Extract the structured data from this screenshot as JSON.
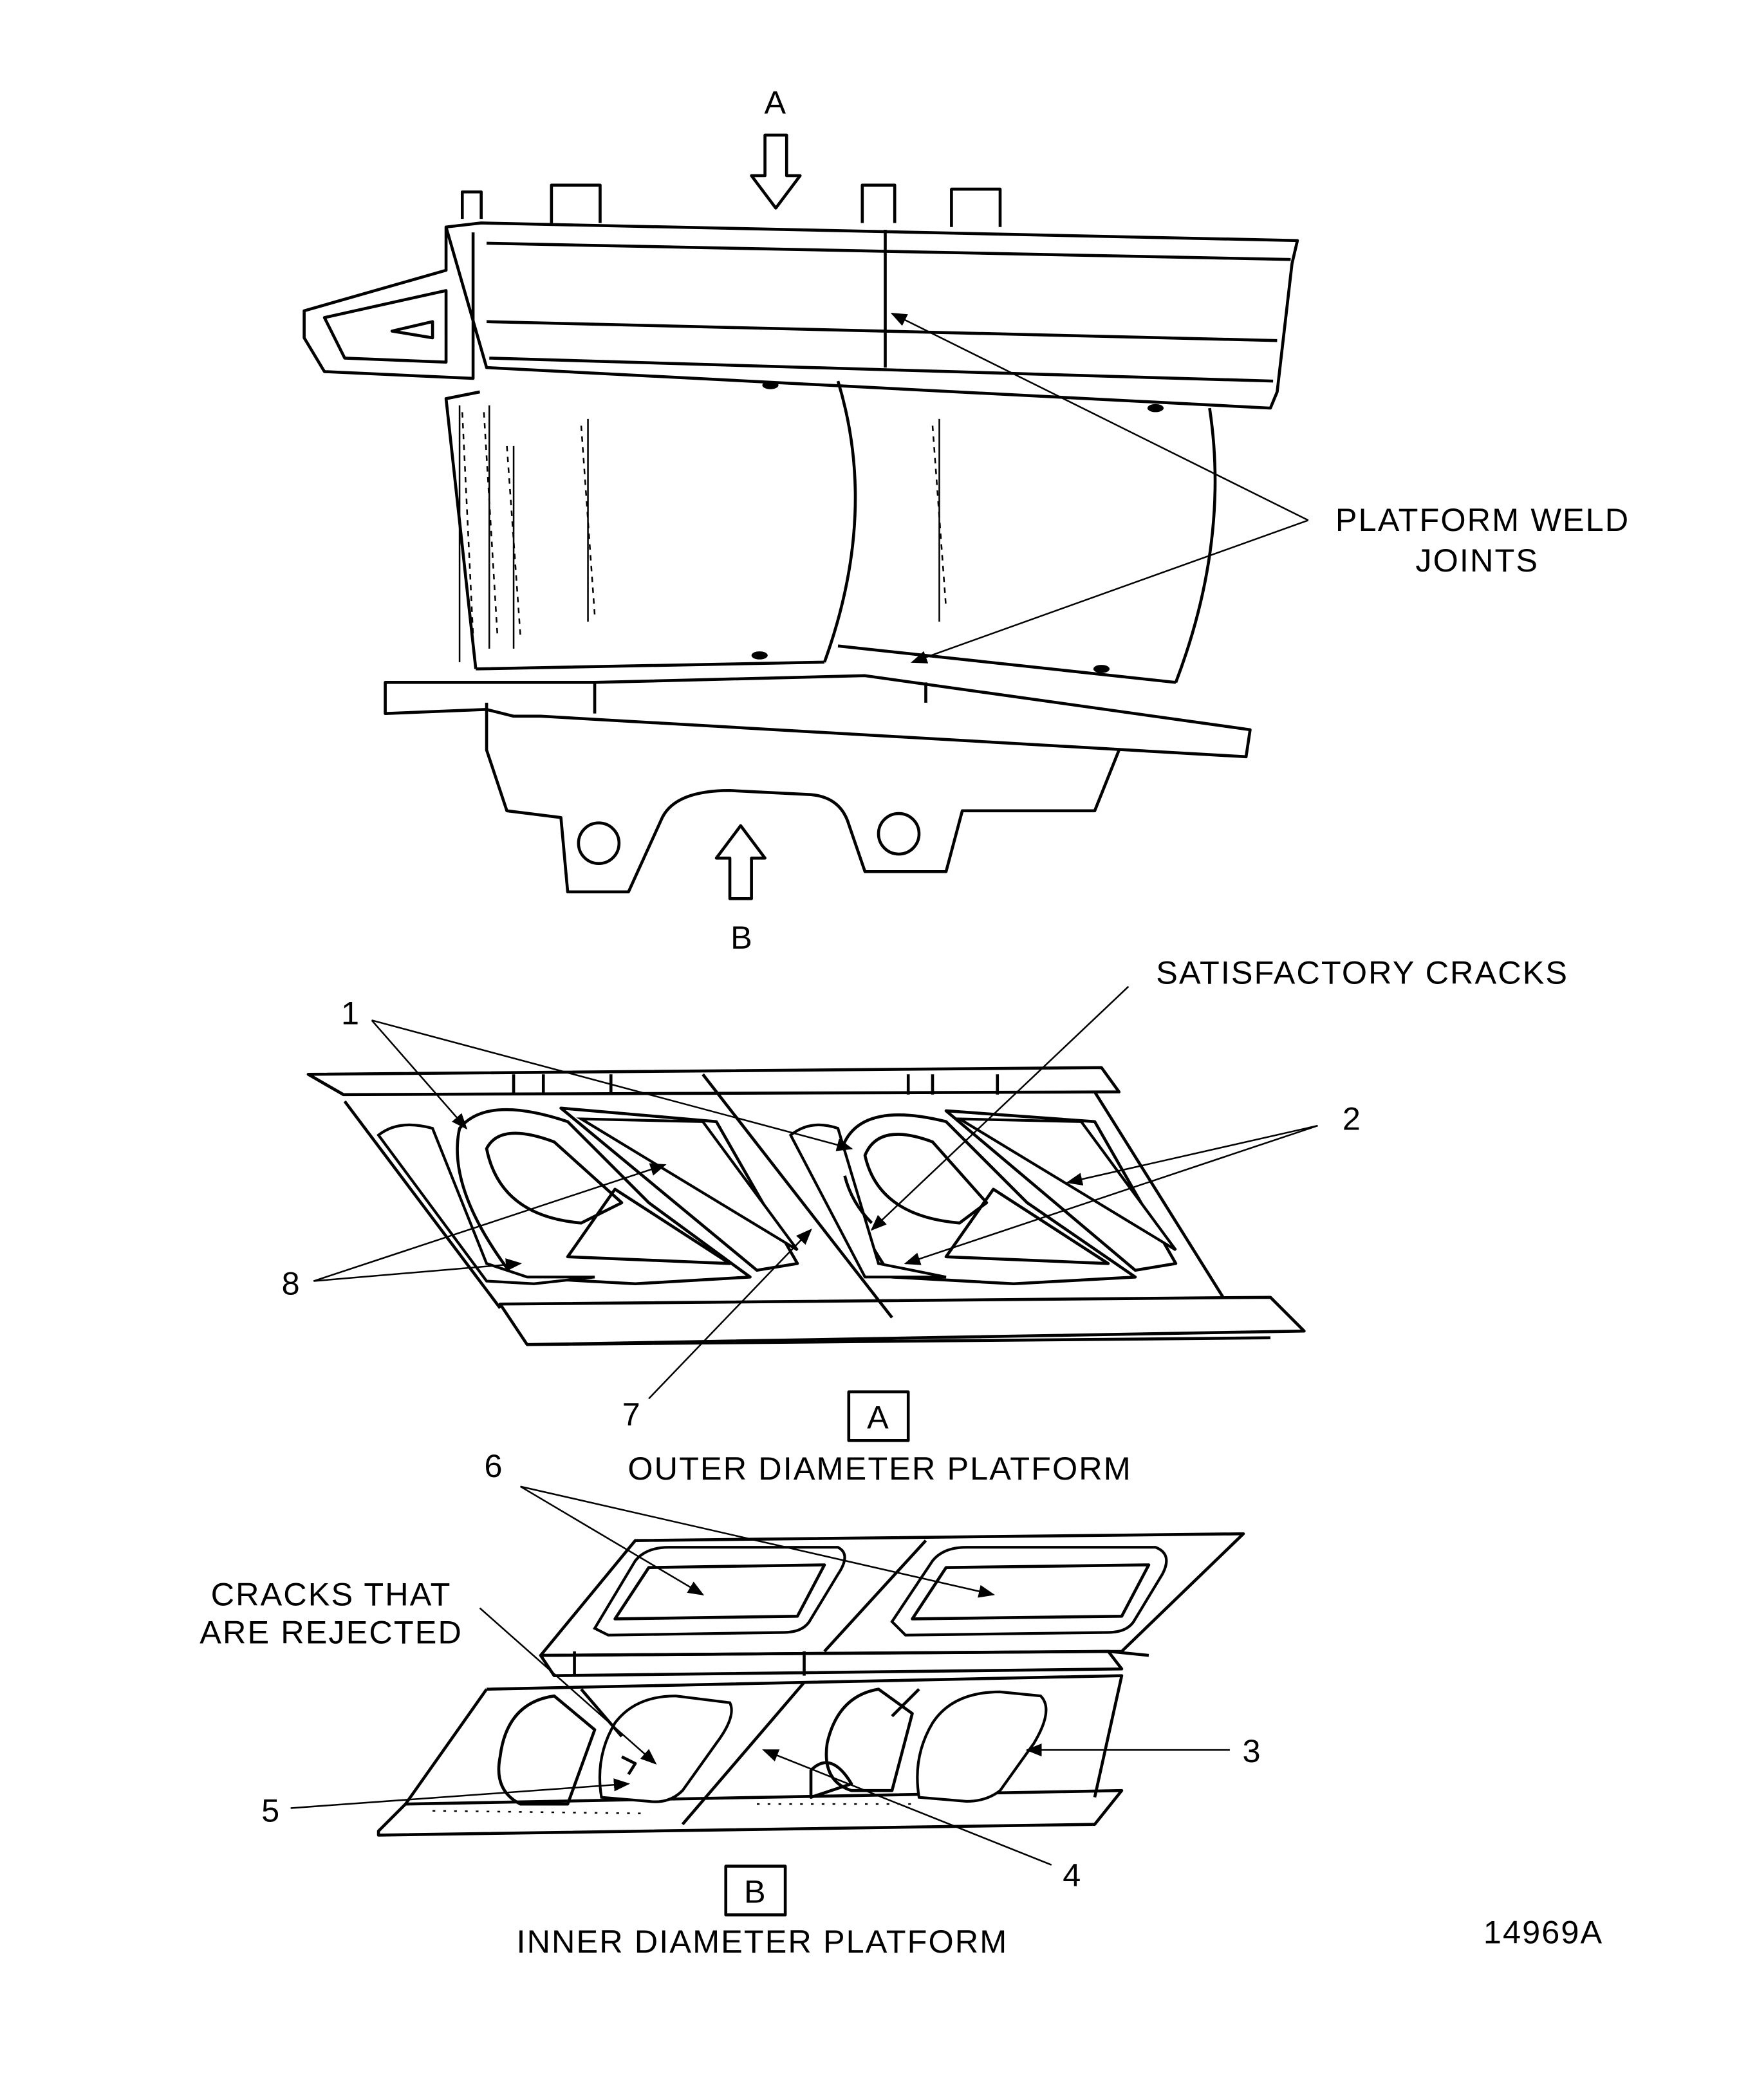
{
  "figure_id": "14969A",
  "view_arrows": {
    "top": "A",
    "bottom": "B"
  },
  "callouts": {
    "platform_weld_joints": [
      "PLATFORM WELD",
      "JOINTS"
    ],
    "satisfactory_cracks": "SATISFACTORY CRACKS",
    "cracks_rejected": [
      "CRACKS THAT",
      "ARE REJECTED"
    ]
  },
  "views": {
    "outer": {
      "key": "A",
      "title": "OUTER DIAMETER PLATFORM"
    },
    "inner": {
      "key": "B",
      "title": "INNER DIAMETER PLATFORM"
    }
  },
  "item_numbers": {
    "n1": "1",
    "n2": "2",
    "n3": "3",
    "n4": "4",
    "n5": "5",
    "n6": "6",
    "n7": "7",
    "n8": "8"
  }
}
